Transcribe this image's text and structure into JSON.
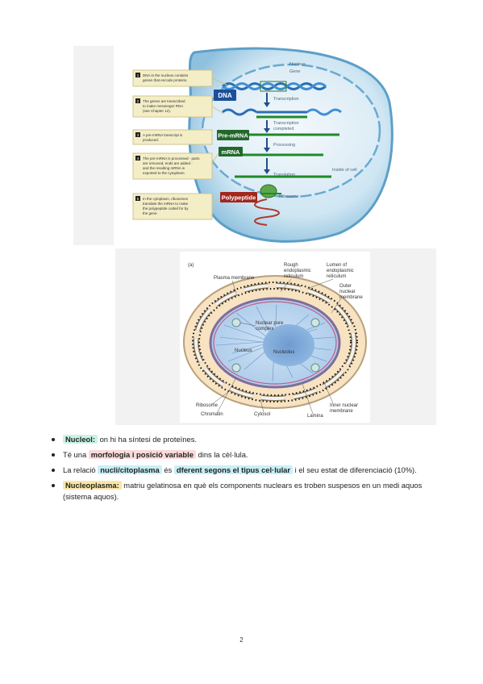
{
  "figure1": {
    "steps": [
      {
        "num": "1",
        "text": [
          "DNA in the nucleus contains",
          "genes that encode proteins."
        ]
      },
      {
        "num": "2",
        "text": [
          "The genes are transcribed",
          "to make messenger RNA",
          "(see Chapter 12)."
        ]
      },
      {
        "num": "3",
        "text": [
          "A pre-mRNA transcript is",
          "produced."
        ]
      },
      {
        "num": "4",
        "text": [
          "The pre-mRNA is processed - parts",
          "are removed, ends are added -",
          "and the resulting mRNA is",
          "exported to the cytoplasm."
        ]
      },
      {
        "num": "5",
        "text": [
          "In the cytoplasm, ribosomes",
          "translate the mRNA to make",
          "the polypeptide coded for by",
          "the gene."
        ]
      }
    ],
    "labels": {
      "dna": "DNA",
      "pre_mrna": "Pre-mRNA",
      "mrna": "mRNA",
      "polypeptide": "Polypeptide",
      "nucleus": "Nucleus",
      "gene": "Gene",
      "transcription": "Transcription",
      "transcription_completed": [
        "Transcription",
        "completed"
      ],
      "processing": "Processing",
      "inside_of_cell": "Inside of cell",
      "translation": "Translation",
      "ribosome": "Ribosome"
    }
  },
  "figure2": {
    "panel": "(a)",
    "labels": {
      "plasma_membrane": "Plasma membrane",
      "rough_er": [
        "Rough",
        "endoplasmic",
        "reticulum"
      ],
      "lumen_er": [
        "Lumen of",
        "endoplasmic",
        "reticulum"
      ],
      "outer_membrane": [
        "Outer",
        "nuclear",
        "membrane"
      ],
      "nuclear_pore": [
        "Nuclear pore",
        "complex"
      ],
      "nucleus": "Nucleus",
      "nucleolus": "Nucleolus",
      "ribosome": "Ribosome",
      "chromatin": "Chromatin",
      "cytosol": "Cytosol",
      "lamina": "Lamina",
      "inner_membrane": [
        "Inner nuclear",
        "membrane"
      ]
    }
  },
  "bullets": [
    {
      "highlight": "Nucleol:",
      "color": "green",
      "rest": " on hi ha síntesi de proteïnes."
    },
    {
      "pre": "Té una ",
      "highlight": "morfologia i posició variable",
      "color": "red",
      "rest": " dins la cèl·lula."
    },
    {
      "pre": "La relació ",
      "highlight": "nucli/citoplasma",
      "color": "cyan",
      "mid": " és ",
      "highlight2": "dferent segons el tipus cel·lular",
      "color2": "cyan",
      "rest": " i el seu estat de diferenciació (10%)."
    },
    {
      "highlight": "Nucleoplasma:",
      "color": "yellow",
      "rest": " matriu gelatinosa en què els components nuclears es troben suspesos en un medi aquos (sistema aquos)."
    }
  ],
  "page_number": "2"
}
